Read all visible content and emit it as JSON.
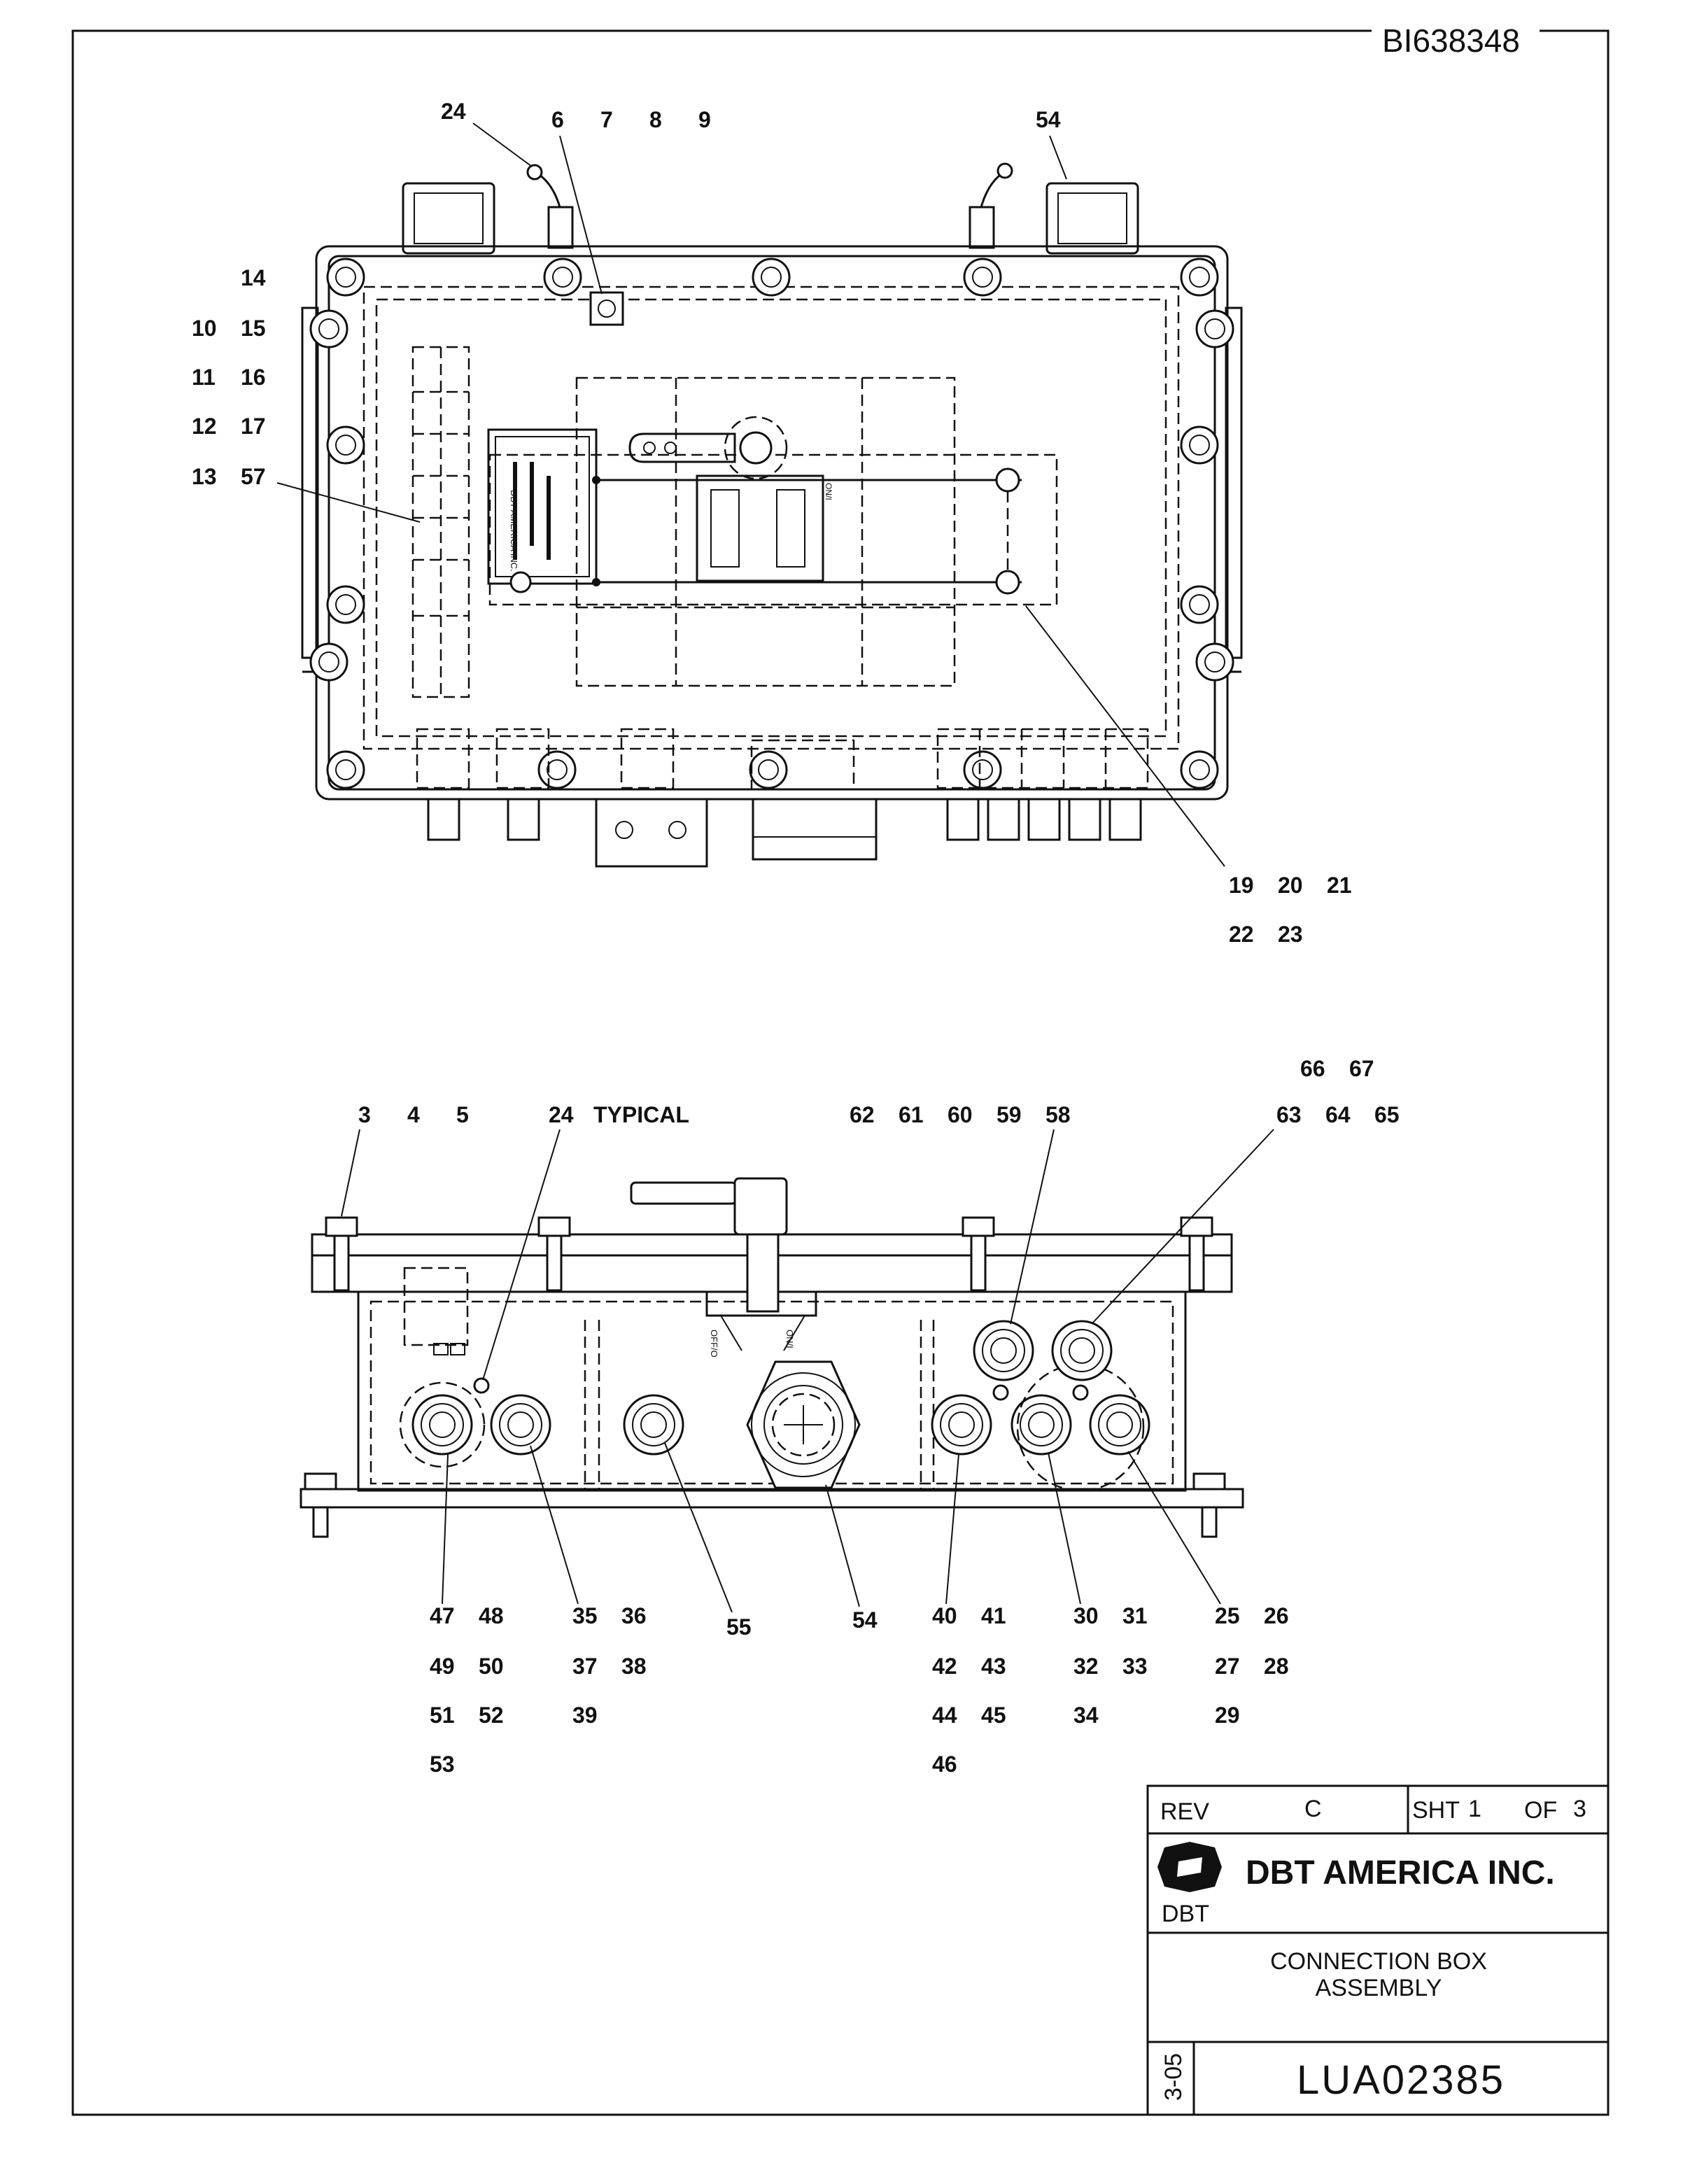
{
  "drawing_id": "BI638348",
  "top_view_callouts": [
    {
      "id": "c24a",
      "text": "24"
    },
    {
      "id": "c6",
      "text": "6"
    },
    {
      "id": "c7",
      "text": "7"
    },
    {
      "id": "c8",
      "text": "8"
    },
    {
      "id": "c9",
      "text": "9"
    },
    {
      "id": "c54a",
      "text": "54"
    },
    {
      "id": "c14",
      "text": "14"
    },
    {
      "id": "c10",
      "text": "10"
    },
    {
      "id": "c15",
      "text": "15"
    },
    {
      "id": "c11",
      "text": "11"
    },
    {
      "id": "c16",
      "text": "16"
    },
    {
      "id": "c12",
      "text": "12"
    },
    {
      "id": "c17",
      "text": "17"
    },
    {
      "id": "c13",
      "text": "13"
    },
    {
      "id": "c57",
      "text": "57"
    },
    {
      "id": "c19",
      "text": "19"
    },
    {
      "id": "c20",
      "text": "20"
    },
    {
      "id": "c21",
      "text": "21"
    },
    {
      "id": "c22",
      "text": "22"
    },
    {
      "id": "c23",
      "text": "23"
    }
  ],
  "front_view_callouts": [
    {
      "id": "c66",
      "text": "66"
    },
    {
      "id": "c67",
      "text": "67"
    },
    {
      "id": "c3",
      "text": "3"
    },
    {
      "id": "c4",
      "text": "4"
    },
    {
      "id": "c5",
      "text": "5"
    },
    {
      "id": "c24b",
      "text": "24"
    },
    {
      "id": "ctyp",
      "text": "TYPICAL"
    },
    {
      "id": "c62",
      "text": "62"
    },
    {
      "id": "c61",
      "text": "61"
    },
    {
      "id": "c60",
      "text": "60"
    },
    {
      "id": "c59",
      "text": "59"
    },
    {
      "id": "c58",
      "text": "58"
    },
    {
      "id": "c63",
      "text": "63"
    },
    {
      "id": "c64",
      "text": "64"
    },
    {
      "id": "c65",
      "text": "65"
    },
    {
      "id": "c47",
      "text": "47"
    },
    {
      "id": "c48",
      "text": "48"
    },
    {
      "id": "c35",
      "text": "35"
    },
    {
      "id": "c36",
      "text": "36"
    },
    {
      "id": "c55",
      "text": "55"
    },
    {
      "id": "c54b",
      "text": "54"
    },
    {
      "id": "c40",
      "text": "40"
    },
    {
      "id": "c41",
      "text": "41"
    },
    {
      "id": "c30",
      "text": "30"
    },
    {
      "id": "c31",
      "text": "31"
    },
    {
      "id": "c25",
      "text": "25"
    },
    {
      "id": "c26",
      "text": "26"
    },
    {
      "id": "c49",
      "text": "49"
    },
    {
      "id": "c50",
      "text": "50"
    },
    {
      "id": "c37",
      "text": "37"
    },
    {
      "id": "c38",
      "text": "38"
    },
    {
      "id": "c42",
      "text": "42"
    },
    {
      "id": "c43",
      "text": "43"
    },
    {
      "id": "c32",
      "text": "32"
    },
    {
      "id": "c33",
      "text": "33"
    },
    {
      "id": "c27",
      "text": "27"
    },
    {
      "id": "c28",
      "text": "28"
    },
    {
      "id": "c51",
      "text": "51"
    },
    {
      "id": "c52",
      "text": "52"
    },
    {
      "id": "c39",
      "text": "39"
    },
    {
      "id": "c44",
      "text": "44"
    },
    {
      "id": "c45",
      "text": "45"
    },
    {
      "id": "c34",
      "text": "34"
    },
    {
      "id": "c29",
      "text": "29"
    },
    {
      "id": "c53",
      "text": "53"
    },
    {
      "id": "c46",
      "text": "46"
    }
  ],
  "label_text": {
    "brand_on_label": "DBT AMERICA INC.",
    "switch_off": "OFF/O",
    "switch_on": "ON/I"
  },
  "title_block": {
    "rev_label": "REV",
    "rev_value": "C",
    "sheet_label": "SHT",
    "sheet_number": "1",
    "of_label": "OF",
    "sheet_total": "3",
    "company": "DBT AMERICA INC.",
    "logo_text": "DBT",
    "title_line1": "CONNECTION  BOX",
    "title_line2": "ASSEMBLY",
    "date": "3-05",
    "drawing_number": "LUA02385"
  }
}
